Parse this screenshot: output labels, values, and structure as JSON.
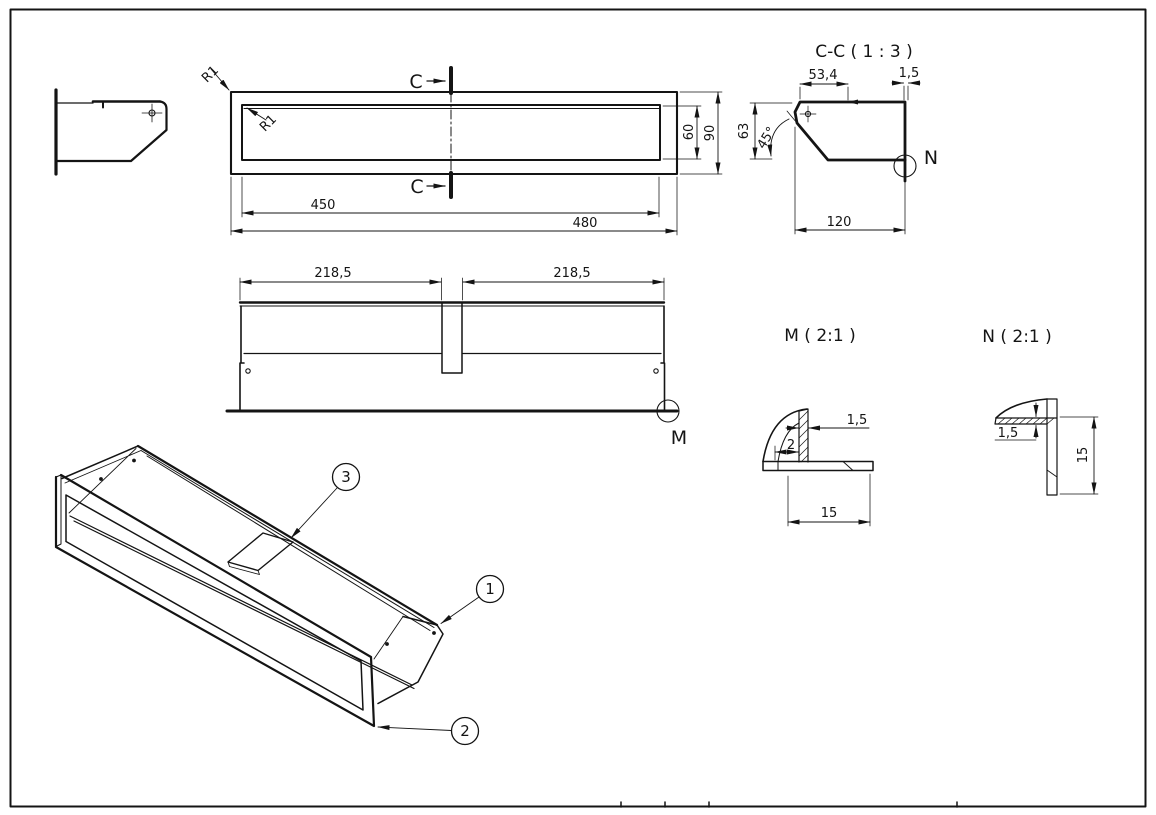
{
  "sheet": {
    "paper": "#ffffff",
    "ink": "#141414"
  },
  "front_view": {
    "dim_inner_width": "450",
    "dim_outer_width": "480",
    "dim_inner_height": "60",
    "dim_outer_height": "90",
    "fillet_outer": "R1",
    "fillet_inner": "R1",
    "section_letter_top": "C",
    "section_letter_bottom": "C"
  },
  "section_cc": {
    "title": "C-C ( 1 : 3 )",
    "dim_top_width": "53,4",
    "dim_wall": "1,5",
    "dim_height": "63",
    "dim_angle": "45°",
    "dim_depth": "120",
    "detail_letter": "N"
  },
  "top_view": {
    "dim_left": "218,5",
    "dim_right": "218,5",
    "detail_letter": "M"
  },
  "detail_m": {
    "title": "M ( 2:1 )",
    "dim_wall": "1,5",
    "dim_offset": "2",
    "dim_flange": "15"
  },
  "detail_n": {
    "title": "N ( 2:1 )",
    "dim_wall": "1,5",
    "dim_leg": "15"
  },
  "iso_view": {
    "balloon_1": "1",
    "balloon_2": "2",
    "balloon_3": "3"
  }
}
